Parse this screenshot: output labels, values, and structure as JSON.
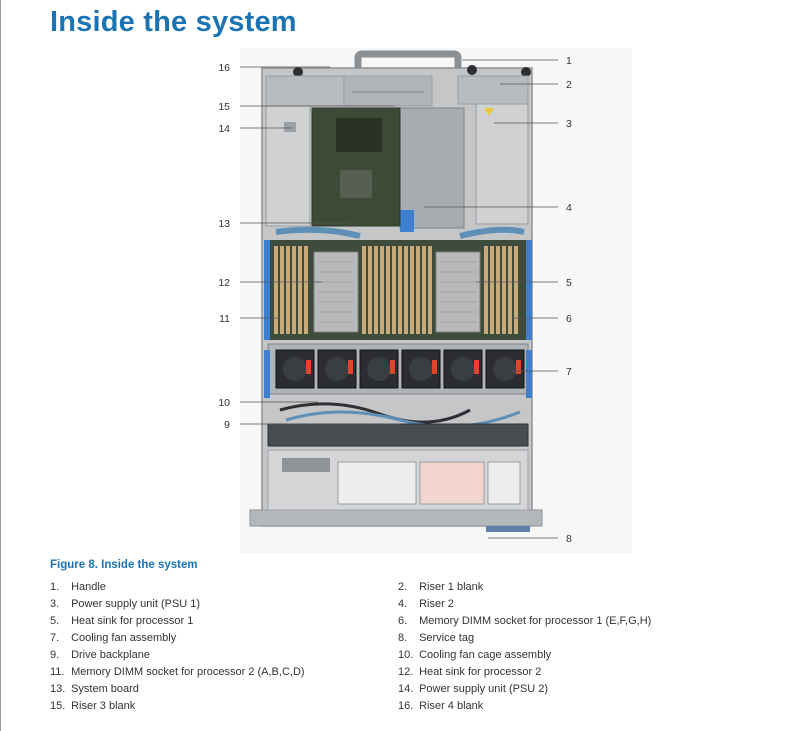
{
  "title": "Inside the system",
  "caption": "Figure 8. Inside the system",
  "callouts": [
    {
      "n": "1"
    },
    {
      "n": "2"
    },
    {
      "n": "3"
    },
    {
      "n": "4"
    },
    {
      "n": "5"
    },
    {
      "n": "6"
    },
    {
      "n": "7"
    },
    {
      "n": "8"
    },
    {
      "n": "9"
    },
    {
      "n": "10"
    },
    {
      "n": "11"
    },
    {
      "n": "12"
    },
    {
      "n": "13"
    },
    {
      "n": "14"
    },
    {
      "n": "15"
    },
    {
      "n": "16"
    }
  ],
  "legend": [
    {
      "num": "1.",
      "label": "Handle"
    },
    {
      "num": "2.",
      "label": "Riser 1 blank"
    },
    {
      "num": "3.",
      "label": "Power supply unit (PSU 1)"
    },
    {
      "num": "4.",
      "label": "Riser 2"
    },
    {
      "num": "5.",
      "label": "Heat sink for processor 1"
    },
    {
      "num": "6.",
      "label": "Memory DIMM socket for processor 1 (E,F,G,H)"
    },
    {
      "num": "7.",
      "label": "Cooling fan assembly"
    },
    {
      "num": "8.",
      "label": "Service tag"
    },
    {
      "num": "9.",
      "label": "Drive backplane"
    },
    {
      "num": "10.",
      "label": "Cooling fan cage assembly"
    },
    {
      "num": "11.",
      "label": "Memory DIMM socket for processor 2 (A,B,C,D)"
    },
    {
      "num": "12.",
      "label": "Heat sink for processor 2"
    },
    {
      "num": "13.",
      "label": "System board"
    },
    {
      "num": "14.",
      "label": "Power supply unit (PSU 2)"
    },
    {
      "num": "15.",
      "label": "Riser 3 blank"
    },
    {
      "num": "16.",
      "label": "Riser 4 blank"
    }
  ],
  "colors": {
    "heading": "#1b73b3",
    "chassis": "#c4c6c8",
    "fan_accent": "#e0442a",
    "latch_blue": "#3f7fd0"
  }
}
